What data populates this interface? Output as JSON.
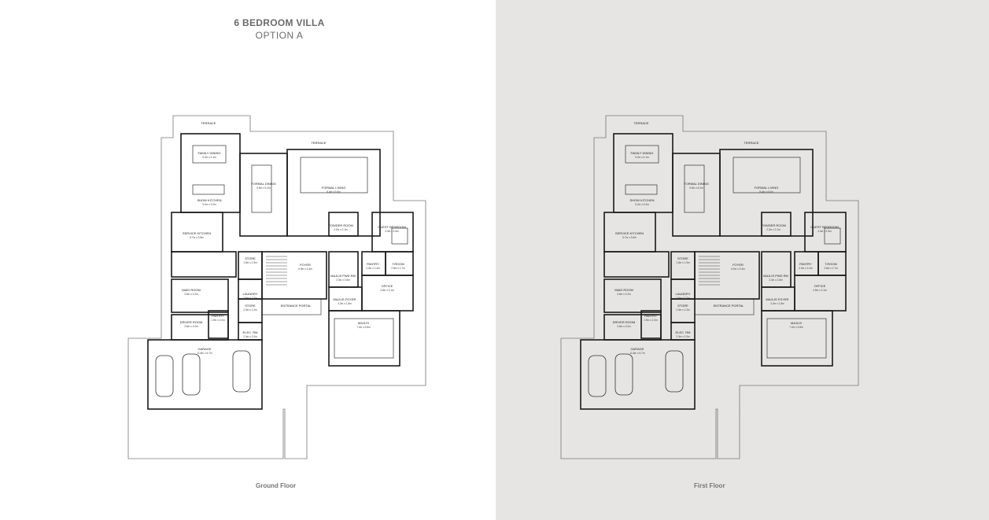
{
  "title": {
    "line1": "6 BEDROOM VILLA",
    "line2": "OPTION A"
  },
  "floors": [
    {
      "caption": "Ground Floor"
    },
    {
      "caption": "First Floor"
    }
  ],
  "rooms": [
    {
      "name": "TERRACE"
    },
    {
      "name": "TERRACE"
    },
    {
      "name": "FAMILY DINING",
      "size": "5.2m x 4.1m"
    },
    {
      "name": "SHOW KITCHEN",
      "size": "5.2m x 3.2m"
    },
    {
      "name": "FORMAL DINING",
      "size": "5.5m x 6.2m"
    },
    {
      "name": "FORMAL LIVING",
      "size": "8.4m x 6.0m"
    },
    {
      "name": "SERVICE KITCHEN",
      "size": "5.7m x 3.8m"
    },
    {
      "name": "POWDER ROOM",
      "size": "2.2m x 2.1m"
    },
    {
      "name": "GUEST BEDROOM",
      "size": "4.3m x 4.5m"
    },
    {
      "name": "STORE",
      "size": "1.5m x 1.9m"
    },
    {
      "name": "FOYER",
      "size": "6.9m x 3.3m"
    },
    {
      "name": "MAJLIS PWD RM",
      "size": "2.3m x 2.8m"
    },
    {
      "name": "PANTRY",
      "size": "2.0m x 2.4m"
    },
    {
      "name": "T.ROOM",
      "size": "2.6m x 2.7m"
    },
    {
      "name": "MAID ROOM",
      "size": "3.6m x 3.2m"
    },
    {
      "name": "LAUNDRY",
      "size": "2.5m x 2.7m"
    },
    {
      "name": "OFFICE",
      "size": "4.5m x 3.1m"
    },
    {
      "name": "STORE",
      "size": "2.3m x 2.2m"
    },
    {
      "name": "ENTRANCE PORTAL"
    },
    {
      "name": "MAJLIS FOYER",
      "size": "4.2m x 1.8m"
    },
    {
      "name": "DRIVER ROOM",
      "size": "3.6m x 3.0m"
    },
    {
      "name": "PANTRY",
      "size": "1.9m x 2.0m"
    },
    {
      "name": "ELEC. RM",
      "size": "2.3m x 2.0m"
    },
    {
      "name": "MAJLIS",
      "size": "7.2m x 5.8m"
    },
    {
      "name": "GARAGE",
      "size": "11.8m x 6.7m"
    }
  ],
  "colors": {
    "wall": "#1a1a1a",
    "outline": "#777777",
    "right_bg": "#e6e5e4"
  }
}
